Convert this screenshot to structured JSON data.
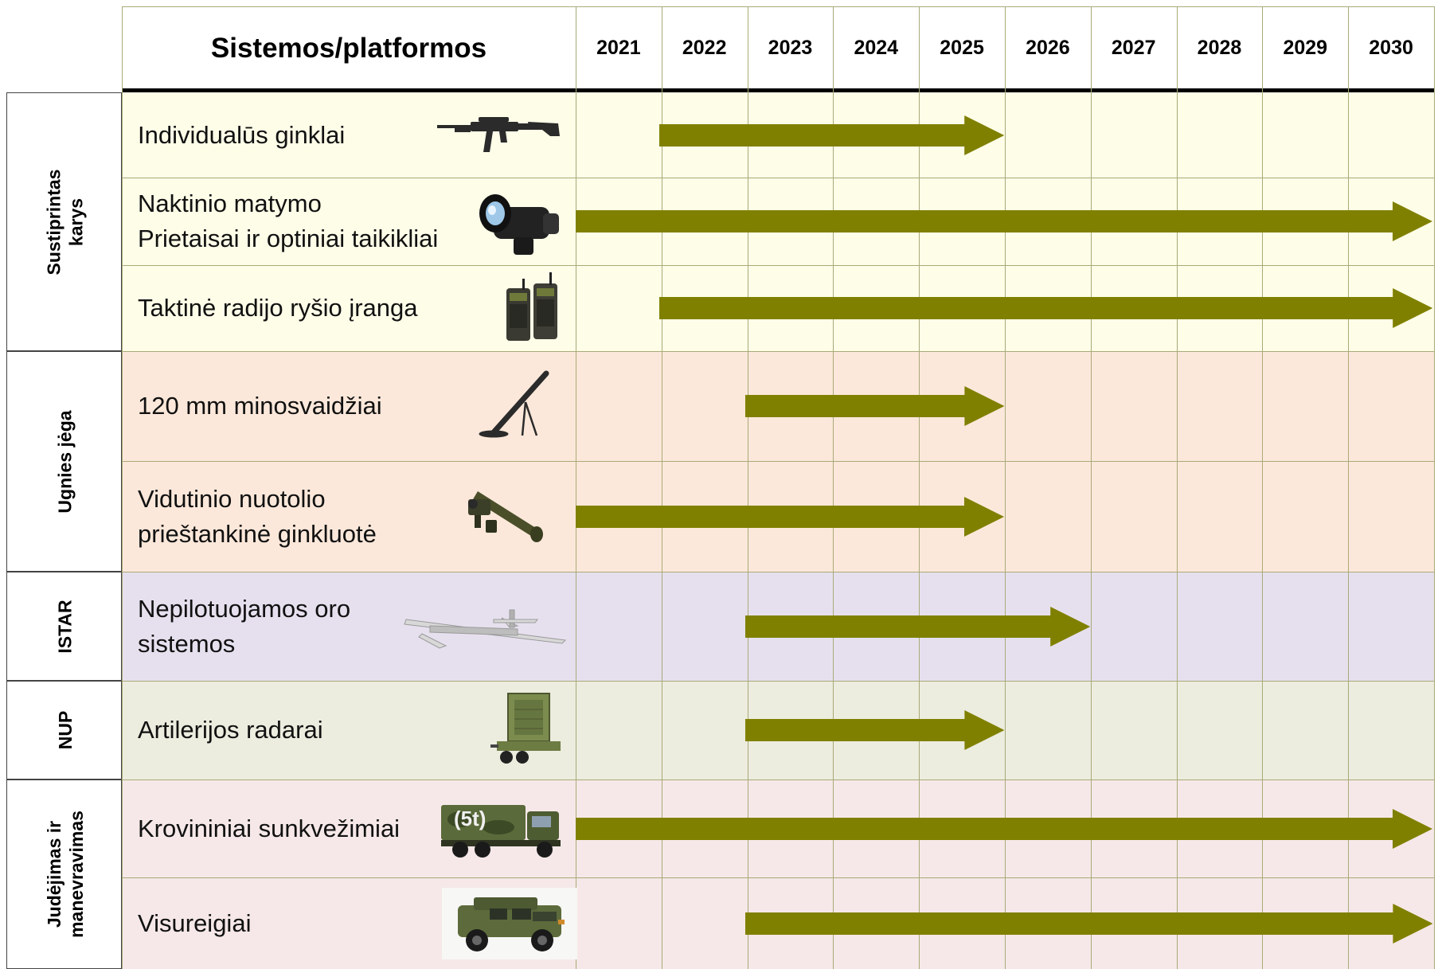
{
  "header": {
    "title": "Sistemos/platformos",
    "years": [
      "2021",
      "2022",
      "2023",
      "2024",
      "2025",
      "2026",
      "2027",
      "2028",
      "2029",
      "2030"
    ]
  },
  "groups": [
    {
      "id": "sustiprintas",
      "label_lines": [
        "Sustiprintas",
        "karys"
      ],
      "color": "#fefde8"
    },
    {
      "id": "ugnies",
      "label_lines": [
        "Ugnies jėga"
      ],
      "color": "#fce8da"
    },
    {
      "id": "istar",
      "label_lines": [
        "ISTAR"
      ],
      "color": "#e6e0ee"
    },
    {
      "id": "nup",
      "label_lines": [
        "NUP"
      ],
      "color": "#ececdf"
    },
    {
      "id": "judejimas",
      "label_lines": [
        "Judėjimas ir",
        "manevravimas"
      ],
      "color": "#f6e8e8"
    }
  ],
  "rows": [
    {
      "group": "sustiprintas",
      "label_lines": [
        "Individualūs ginklai"
      ],
      "icon": "rifle-icon",
      "start": "2022",
      "end": "2025"
    },
    {
      "group": "sustiprintas",
      "label_lines": [
        "Naktinio matymo",
        "Prietaisai ir optiniai taikikliai"
      ],
      "icon": "night-vision-icon",
      "start": "2021",
      "end": "2030"
    },
    {
      "group": "sustiprintas",
      "label_lines": [
        "Taktinė radijo ryšio įranga"
      ],
      "icon": "radio-icon",
      "start": "2022",
      "end": "2030"
    },
    {
      "group": "ugnies",
      "label_lines": [
        "120 mm minosvaidžiai"
      ],
      "icon": "mortar-icon",
      "start": "2023",
      "end": "2025"
    },
    {
      "group": "ugnies",
      "label_lines": [
        "Vidutinio nuotolio",
        "prieštankinė ginkluotė"
      ],
      "icon": "anti-tank-launcher-icon",
      "start": "2021",
      "end": "2025"
    },
    {
      "group": "istar",
      "label_lines": [
        "Nepilotuojamos oro",
        "sistemos"
      ],
      "icon": "drone-icon",
      "start": "2023",
      "end": "2026"
    },
    {
      "group": "nup",
      "label_lines": [
        "Artilerijos radarai"
      ],
      "icon": "radar-trailer-icon",
      "start": "2023",
      "end": "2025"
    },
    {
      "group": "judejimas",
      "label_lines": [
        "Krovininiai sunkvežimiai"
      ],
      "icon": "truck-icon",
      "icon_text": "(5t)",
      "start": "2021",
      "end": "2030"
    },
    {
      "group": "judejimas",
      "label_lines": [
        "Visureigiai"
      ],
      "icon": "armored-vehicle-icon",
      "start": "2023",
      "end": "2030"
    }
  ],
  "colors": {
    "arrow": "#808000",
    "grid": "#a8aa78",
    "rule": "#000000"
  }
}
